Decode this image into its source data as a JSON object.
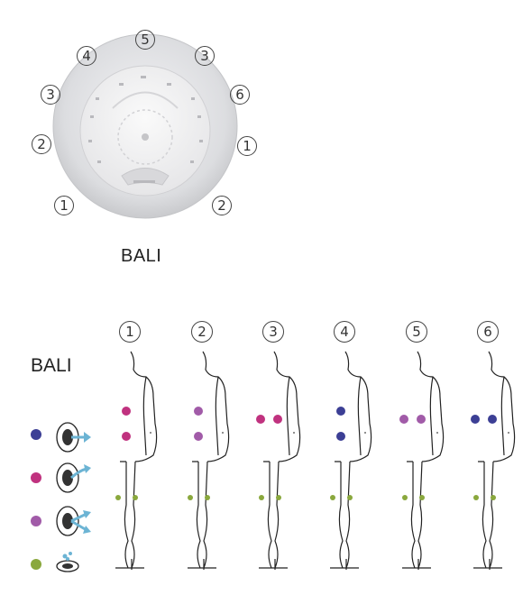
{
  "tub": {
    "name": "BALI",
    "seat_numbers": [
      "5",
      "4",
      "3",
      "3",
      "6",
      "2",
      "1",
      "1",
      "2"
    ]
  },
  "legend": {
    "title": "BALI",
    "jet_types": [
      {
        "icon": "straight-jet-icon",
        "color": "#3c3f95"
      },
      {
        "icon": "curved-jet-icon",
        "color": "#c0327f"
      },
      {
        "icon": "split-jet-icon",
        "color": "#a15ba8"
      },
      {
        "icon": "air-bubble-icon",
        "color": "#8aa83d"
      }
    ]
  },
  "positions": {
    "labels": [
      "1",
      "2",
      "3",
      "4",
      "5",
      "6"
    ]
  }
}
